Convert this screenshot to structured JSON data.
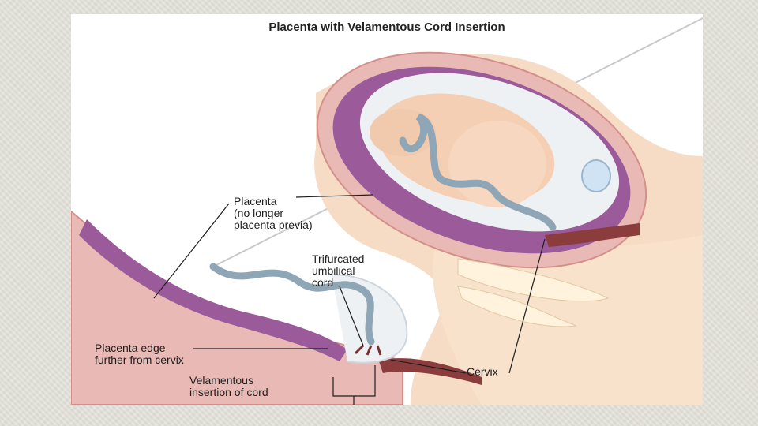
{
  "diagram": {
    "title": "Placenta with Velamentous Cord Insertion",
    "labels": {
      "placenta_line1": "Placenta",
      "placenta_line2": "(no longer",
      "placenta_line3": "placenta previa)",
      "trifurcated_line1": "Trifurcated",
      "trifurcated_line2": "umbilical",
      "trifurcated_line3": "cord",
      "placenta_edge_line1": "Placenta edge",
      "placenta_edge_line2": "further from cervix",
      "cervix": "Cervix",
      "velamentous_line1": "Velamentous",
      "velamentous_line2": "insertion of cord"
    }
  },
  "colors": {
    "slide_background": "#e6e4dc",
    "uterus_wall": "#e9b9b5",
    "placenta": "#9b5a9a",
    "skin": "#f5d2b8",
    "cord": "#8ea6b5",
    "amniotic": "#eef1f4"
  }
}
